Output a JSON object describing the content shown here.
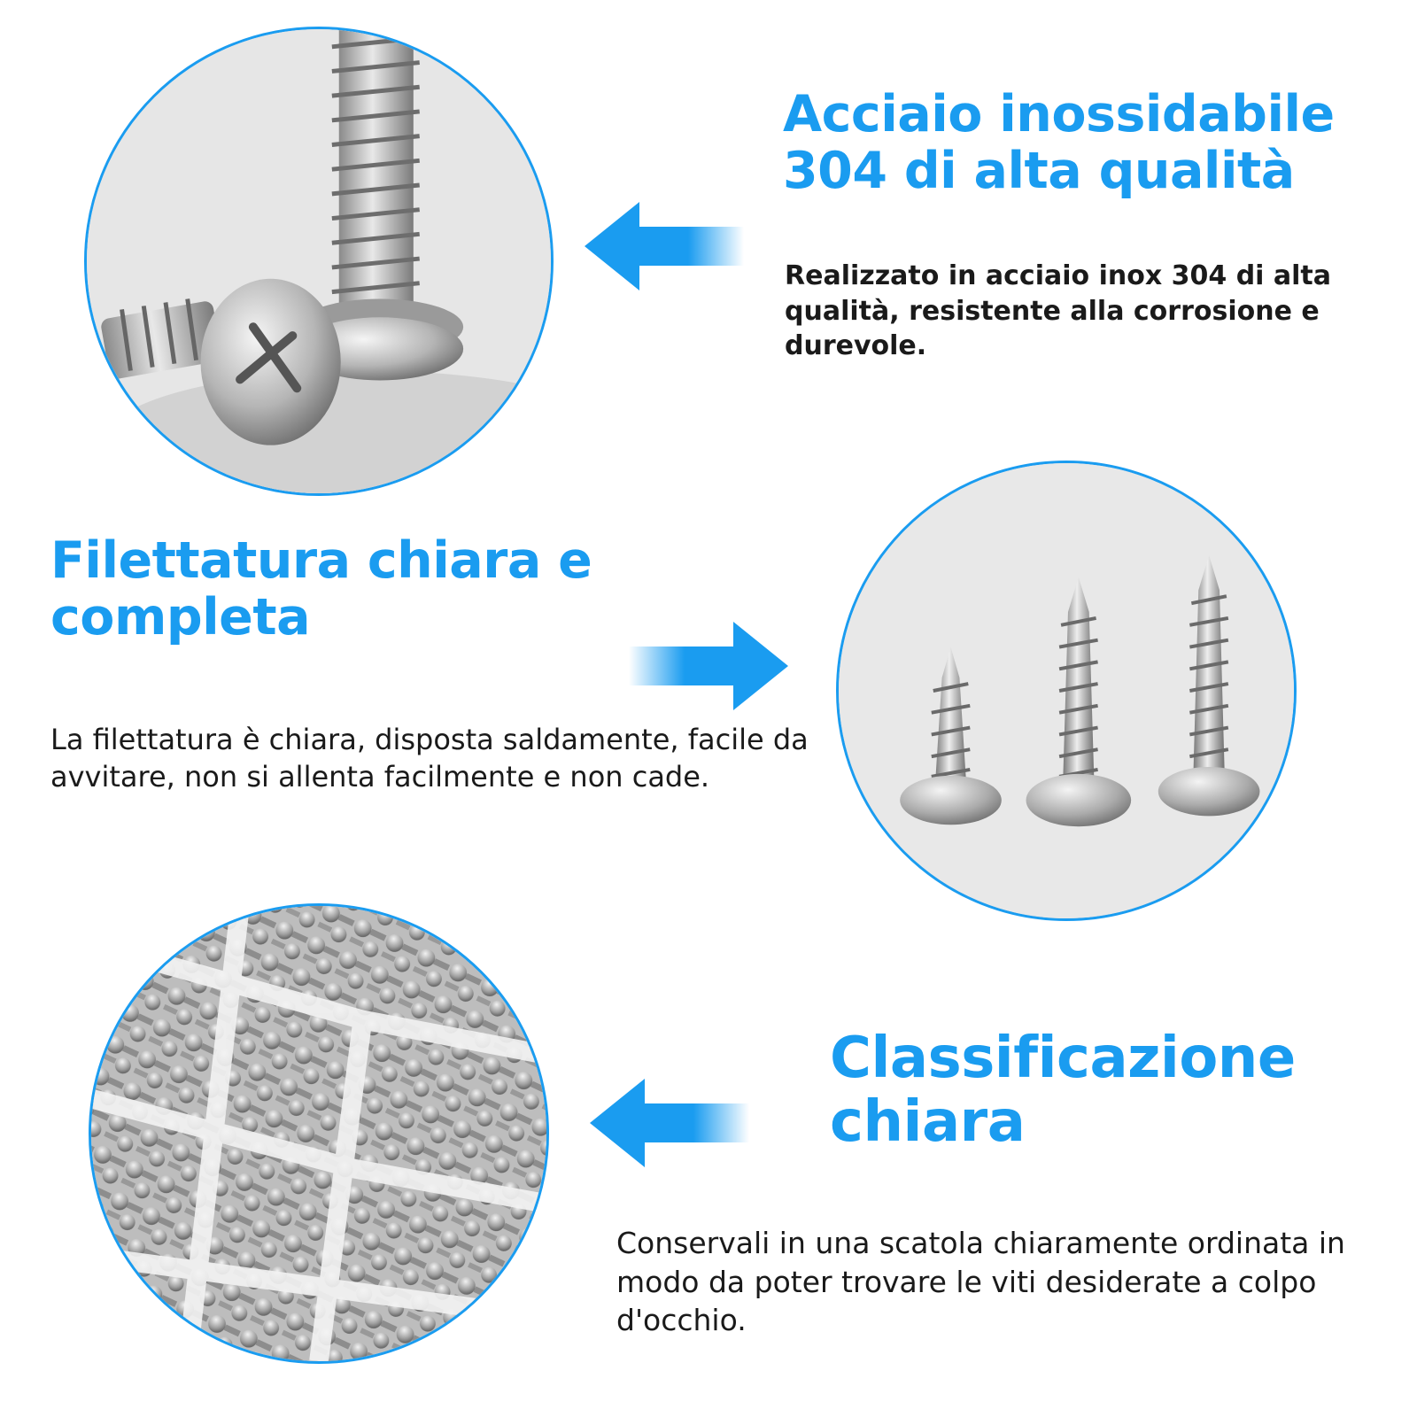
{
  "accent_color": "#1a9cf0",
  "features": [
    {
      "title_line1": "Acciaio inossidabile",
      "title_line2": "304 di alta qualità",
      "description": "Realizzato in acciaio inox 304 di alta qualità, resistente alla corrosione e durevole.",
      "image": "closeup-pan-head-screws",
      "arrow": "arrow-left-icon"
    },
    {
      "title_line1": "Filettatura chiara e",
      "title_line2": "completa",
      "description": "La filettatura è chiara, disposta saldamente, facile da avvitare, non si allenta facilmente e non cade.",
      "image": "three-tapping-screws",
      "arrow": "arrow-right-icon"
    },
    {
      "title_line1": "Classificazione",
      "title_line2": "chiara",
      "description": "Conservali in una scatola chiaramente ordinata in modo da poter trovare le viti desiderate a colpo d'occhio.",
      "image": "screw-organizer-box",
      "arrow": "arrow-left-icon"
    }
  ]
}
